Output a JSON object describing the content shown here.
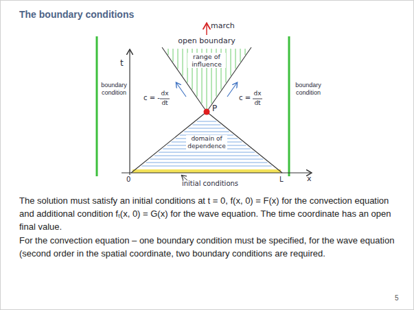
{
  "diagram": {
    "title": "The boundary conditions",
    "labels": [
      "march",
      "open boundary",
      "t",
      "range of influence",
      "boundary condition",
      "c = -",
      "dx",
      "dt",
      "c =",
      "dx",
      "dt",
      "P",
      "boundary condition",
      "domain of dependence",
      "0",
      "L",
      "x",
      "initial conditions",
      "The solution must satisfy an initial conditions at t = 0, f(x, 0) = F(x) for the convection equation and additional condition fₜ(x, 0) = G(x) for the wave equation. The time coordinate has an open final value.",
      "For the convection equation – one boundary condition must be specified, for the wave equation (second order in the spatial coordinate, two boundary conditions are required.",
      "5"
    ]
  }
}
